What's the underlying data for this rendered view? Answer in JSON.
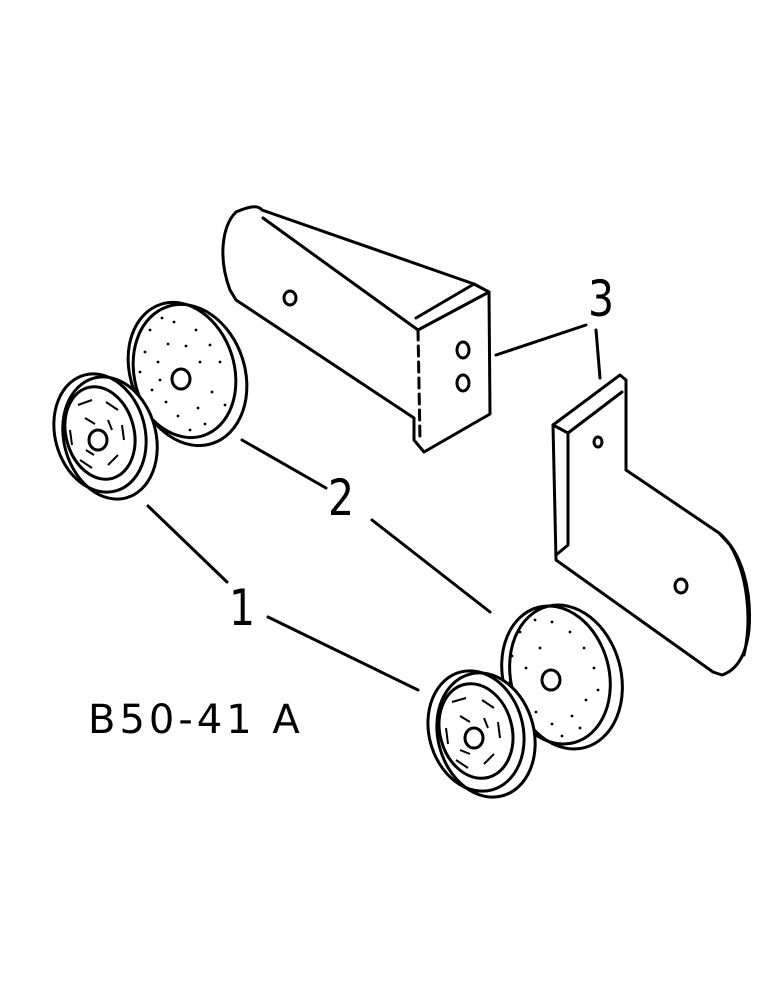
{
  "figure": {
    "code": "B50-41 A"
  },
  "callouts": [
    {
      "number": "1"
    },
    {
      "number": "2"
    },
    {
      "number": "3"
    }
  ],
  "colors": {
    "line": "#000000",
    "background": "#ffffff"
  }
}
